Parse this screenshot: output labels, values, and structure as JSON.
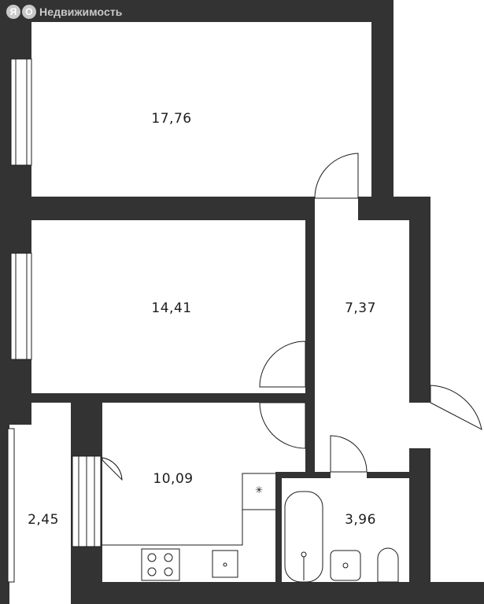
{
  "watermark": {
    "logo": "ЯО",
    "text": "Недвижимость"
  },
  "rooms": [
    {
      "id": "bedroom-1",
      "area": "17,76"
    },
    {
      "id": "bedroom-2",
      "area": "14,41"
    },
    {
      "id": "hallway",
      "area": "7,37"
    },
    {
      "id": "kitchen",
      "area": "10,09"
    },
    {
      "id": "balcony",
      "area": "2,45"
    },
    {
      "id": "bathroom",
      "area": "3,96"
    }
  ],
  "colors": {
    "wall": "#333333",
    "line": "#1c1c1c",
    "background": "#ffffff",
    "watermark": "#c9c9c9"
  }
}
